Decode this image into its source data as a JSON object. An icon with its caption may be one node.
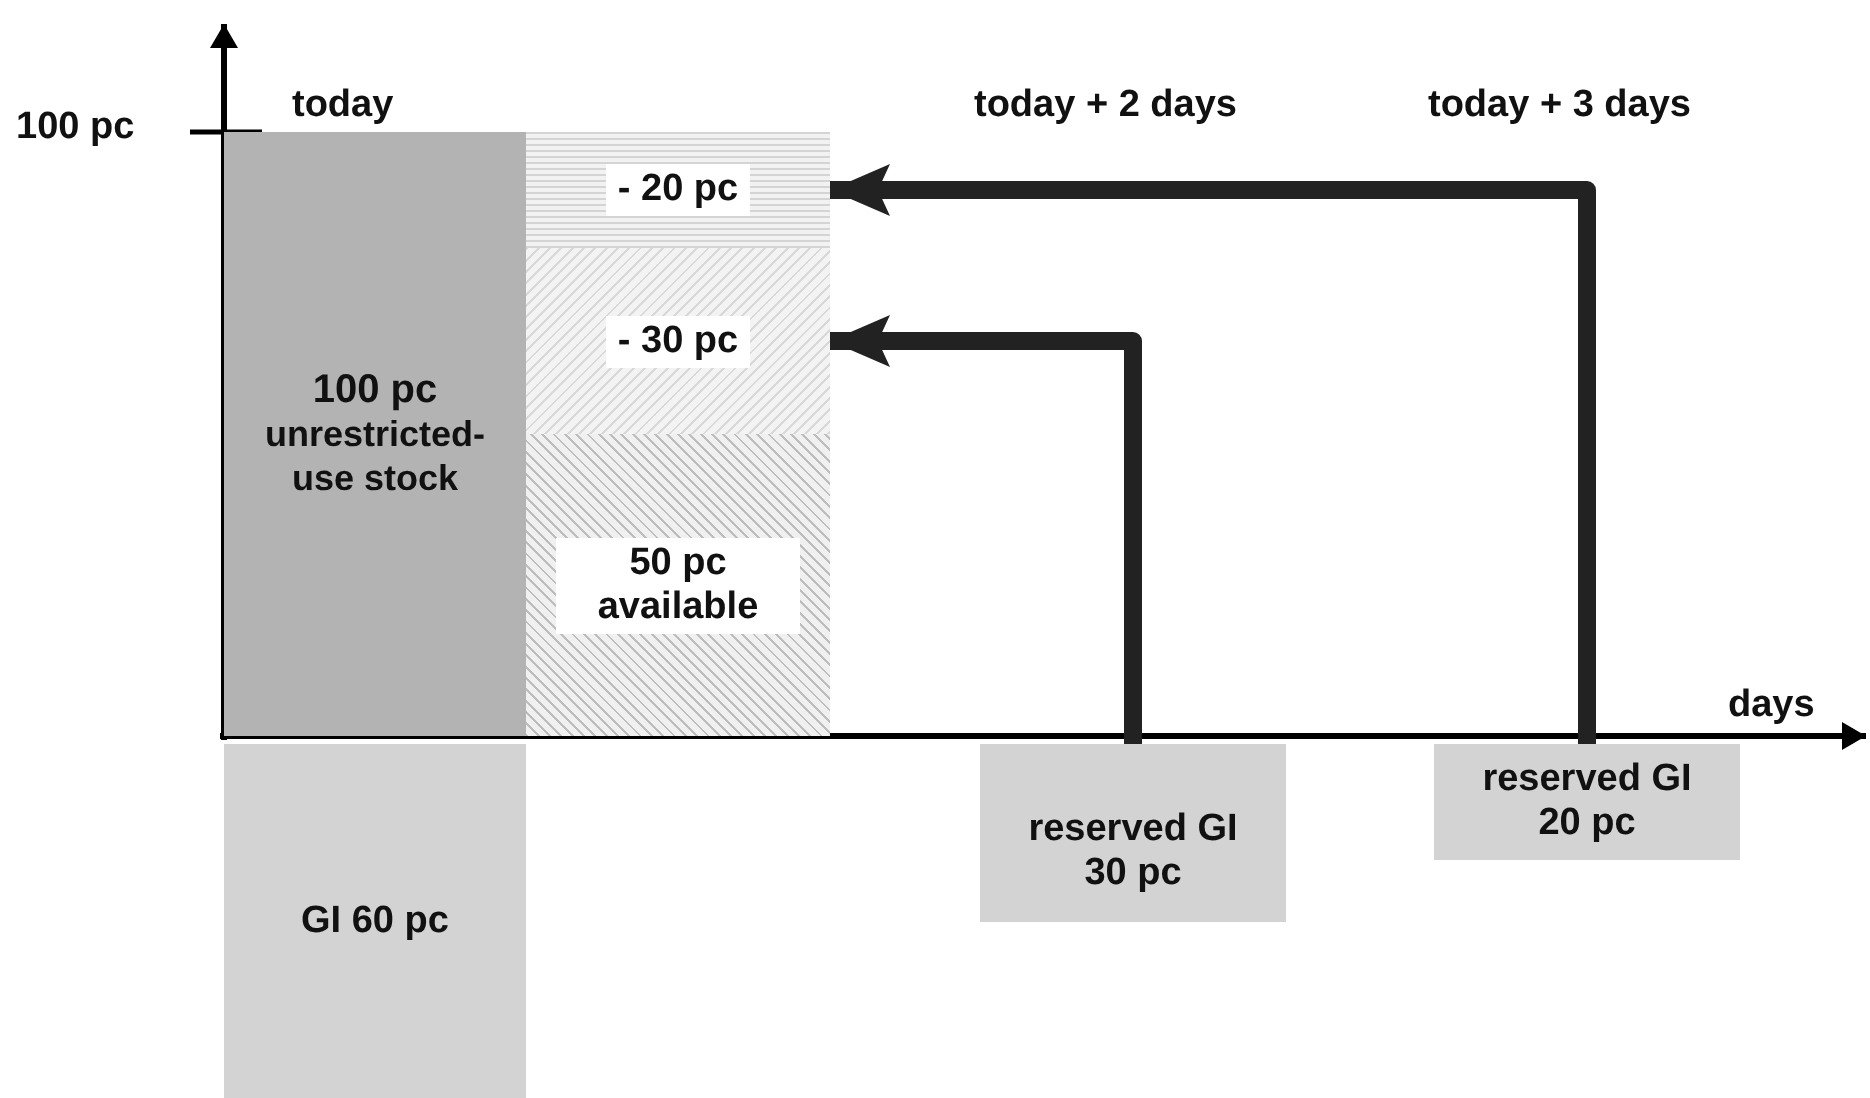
{
  "diagram": {
    "nodes": [
      {
        "text": [
          "100 pc",
          "unrestricted-use stock"
        ]
      },
      {
        "text": [
          "- 20 pc"
        ]
      },
      {
        "text": [
          "- 30 pc"
        ]
      },
      {
        "text": [
          "50 pc available"
        ]
      },
      {
        "text": [
          "GI 60 pc"
        ]
      },
      {
        "text": [
          "reserved GI 30 pc"
        ]
      },
      {
        "text": [
          "reserved GI 20 pc"
        ]
      }
    ],
    "edges": [
      {
        "from": 5,
        "to": 2,
        "arrow": "to"
      },
      {
        "from": 6,
        "to": 1,
        "arrow": "to"
      }
    ],
    "labels": [
      "100 pc",
      "today",
      "today + 2 days",
      "today + 3 days",
      "days"
    ]
  }
}
